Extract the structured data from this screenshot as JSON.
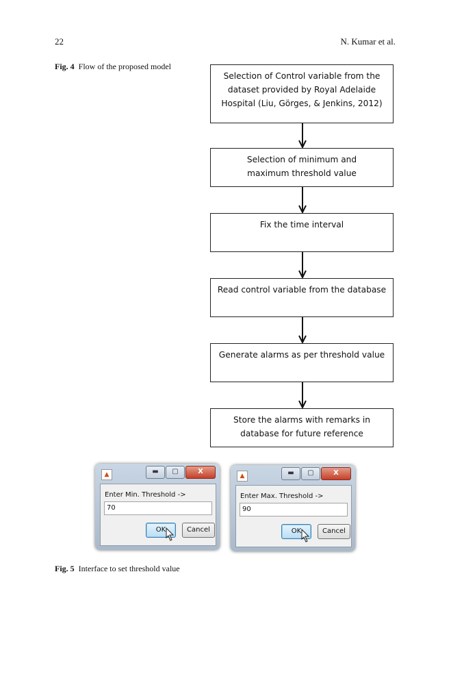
{
  "header": {
    "page_number": "22",
    "running_head": "N. Kumar et al."
  },
  "fig4": {
    "label": "Fig. 4",
    "caption": "Flow of the proposed model",
    "steps": [
      "Selection of Control variable from the dataset provided by Royal Adelaide Hospital (Liu, Görges, & Jenkins, 2012)",
      "Selection of minimum and maximum threshold value",
      "Fix the time interval",
      "Read control variable from the database",
      "Generate alarms as per threshold value",
      "Store the alarms with remarks in database for future reference"
    ]
  },
  "fig5": {
    "label": "Fig. 5",
    "caption": "Interface to set threshold value",
    "dialogs": [
      {
        "prompt": "Enter Min. Threshold ->",
        "value": "70",
        "ok_label": "OK",
        "cancel_label": "Cancel",
        "close_label": "X"
      },
      {
        "prompt": "Enter Max. Threshold ->",
        "value": "90",
        "ok_label": "OK",
        "cancel_label": "Cancel",
        "close_label": "X"
      }
    ]
  },
  "colors": {
    "box_border": "#222222",
    "close_button": "#c4402a",
    "ok_button": "#b9def4"
  }
}
